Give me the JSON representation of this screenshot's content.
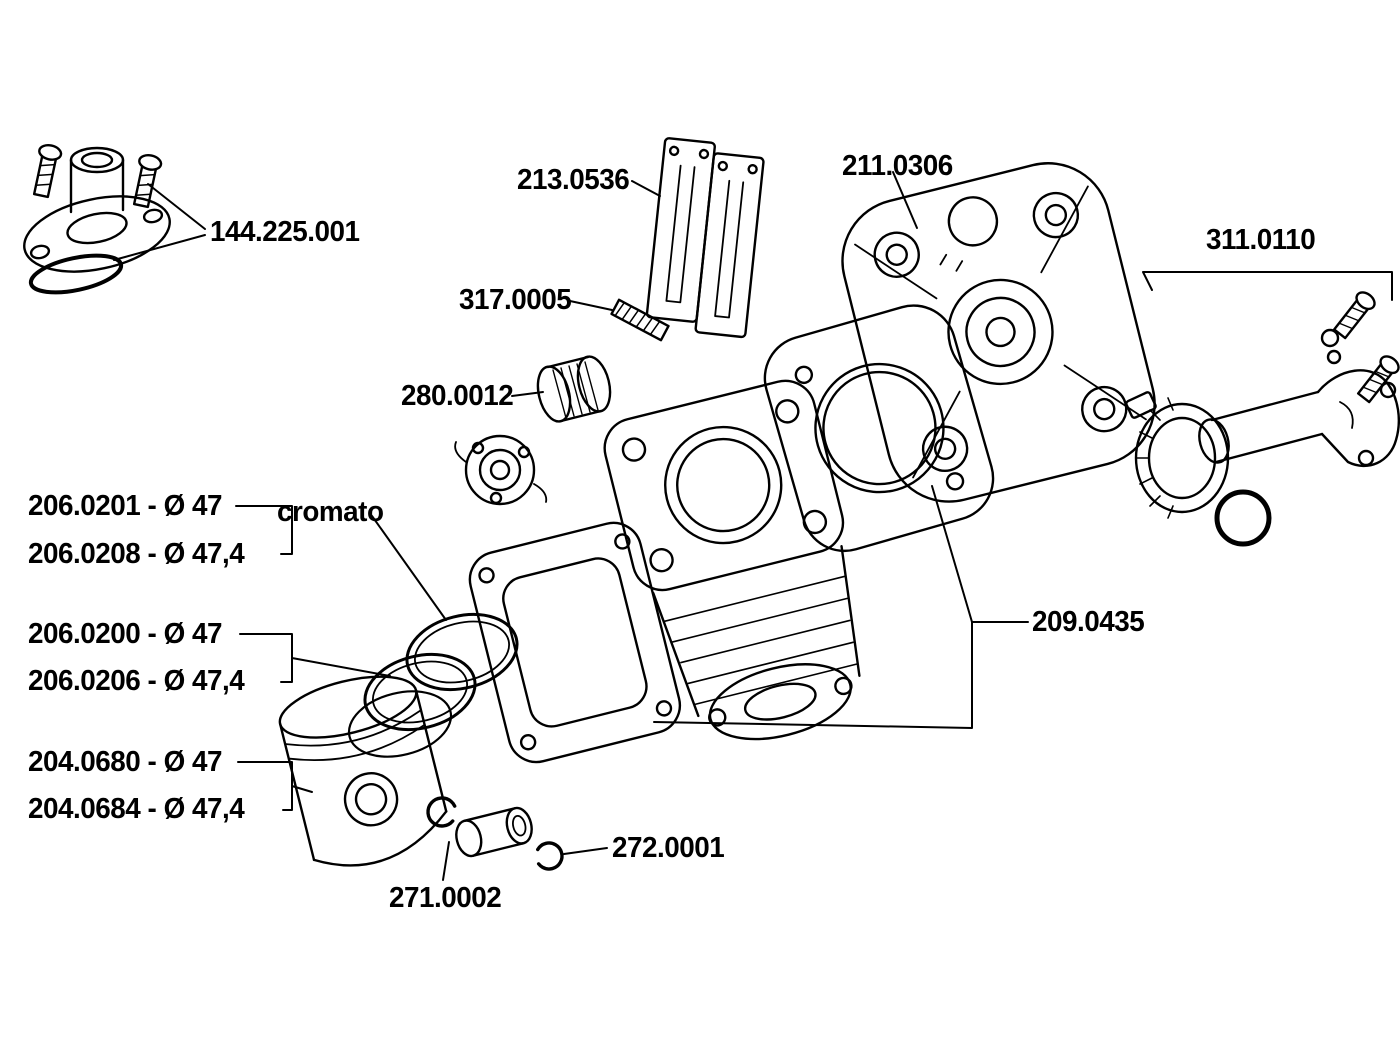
{
  "labels": {
    "intake_manifold": "144.225.001",
    "reed_petals": "213.0536",
    "cylinder_head": "211.0306",
    "power_valve_kit": "311.0110",
    "stud": "317.0005",
    "small_end_bearing": "280.0012",
    "ring_set_a1": "206.0201 - Ø 47",
    "ring_set_a2": "206.0208 - Ø 47,4",
    "cromato": "cromato",
    "ring_set_b1": "206.0200 - Ø 47",
    "ring_set_b2": "206.0206 - Ø 47,4",
    "gasket_set": "209.0435",
    "piston_a": "204.0680 - Ø 47",
    "piston_b": "204.0684 - Ø 47,4",
    "circlip": "272.0001",
    "piston_pin": "271.0002"
  },
  "colors": {
    "line": "#000000",
    "background": "#ffffff"
  }
}
